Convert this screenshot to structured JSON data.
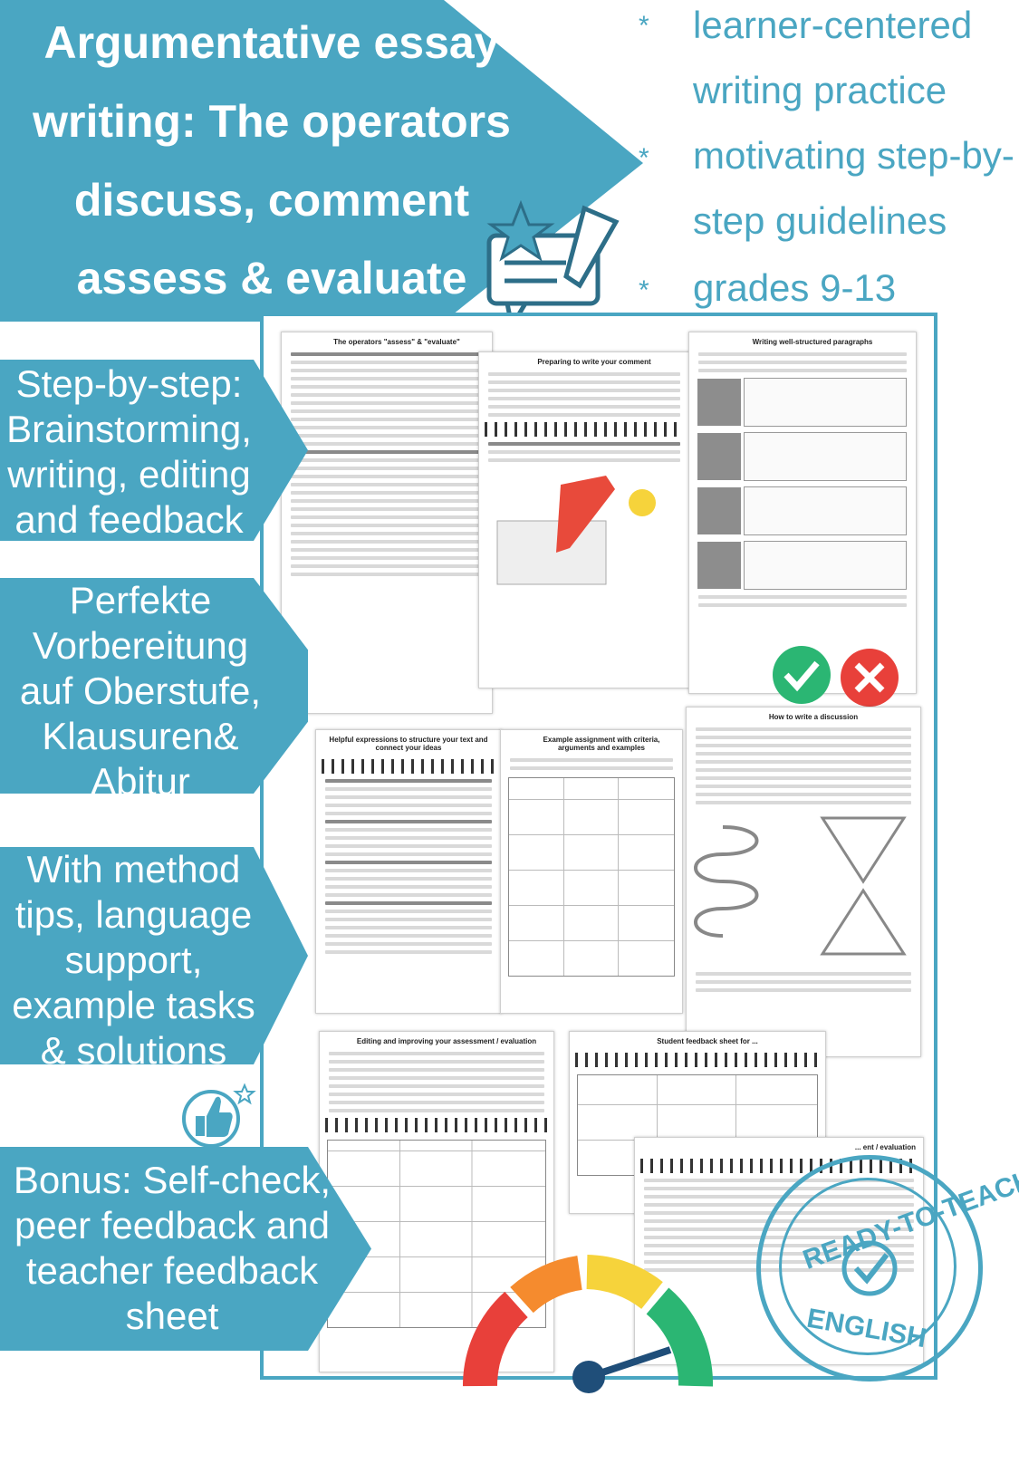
{
  "title": {
    "line1": "Argumentative essay",
    "line2": "writing: The operators",
    "line3": "discuss, comment",
    "line4": "assess & evaluate"
  },
  "bullets": [
    {
      "star": "*",
      "line1": "learner-centered",
      "line2": "writing practice"
    },
    {
      "star": "*",
      "line1": "motivating step-by-",
      "line2": "step guidelines"
    },
    {
      "star": "*",
      "line1": "grades 9-13"
    }
  ],
  "features": [
    {
      "lines": [
        "Step-by-step:",
        "Brainstorming,",
        "writing, editing",
        "and feedback"
      ]
    },
    {
      "lines": [
        "Perfekte",
        "Vorbereitung",
        "auf  Oberstufe,",
        "Klausuren&",
        "Abitur"
      ]
    },
    {
      "lines": [
        "With method",
        "tips, language",
        "support,",
        "example tasks",
        "& solutions"
      ]
    },
    {
      "lines": [
        "Bonus: Self-check,",
        "peer feedback and",
        "teacher feedback",
        "sheet"
      ]
    }
  ],
  "pages": {
    "p1_title": "The operators \"assess\" & \"evaluate\"",
    "p2_title": "Preparing to write your comment",
    "p3_title": "Writing well-structured paragraphs",
    "p4_title": "Helpful expressions to structure your text and connect your ideas",
    "p5_title": "Example assignment with criteria, arguments and examples",
    "p6_title": "How to write a discussion",
    "p7_title": "Editing and improving your assessment / evaluation",
    "p8_title": "Student feedback sheet for ...",
    "p9_title": "... ent / evaluation"
  },
  "stamp": {
    "top": "READY-TO-TEACH",
    "bottom": "ENGLISH"
  },
  "colors": {
    "accent": "#4aa6c2",
    "white": "#ffffff"
  }
}
